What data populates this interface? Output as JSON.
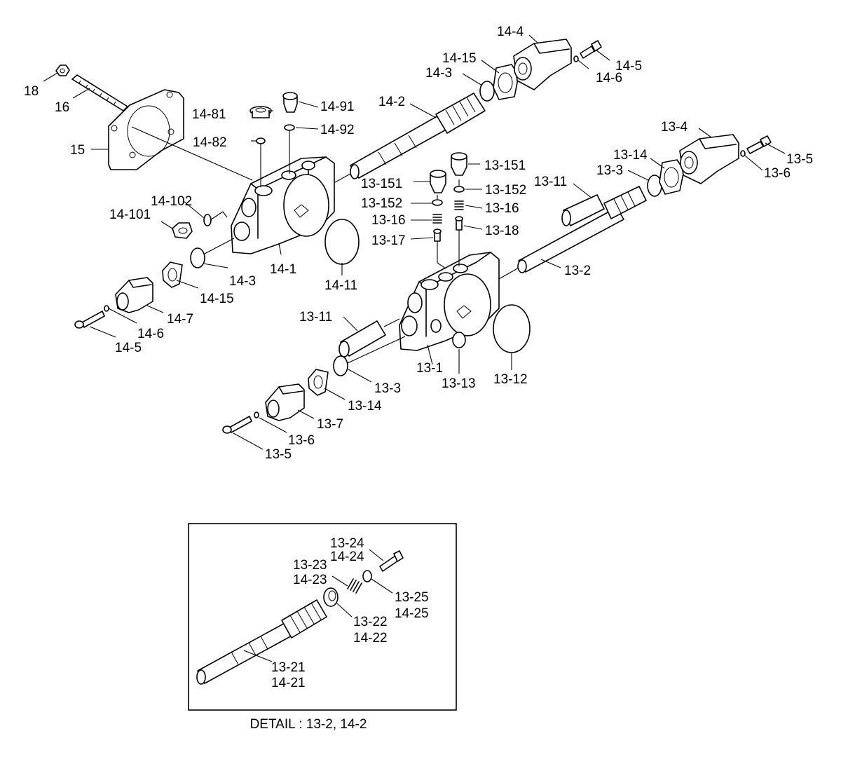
{
  "diagram": {
    "detail_caption": "DETAIL : 13-2, 14-2",
    "labels": [
      "14-4",
      "14-5",
      "14-15",
      "14-3",
      "14-6",
      "18",
      "16",
      "14-81",
      "14-91",
      "14-2",
      "14-92",
      "14-82",
      "15",
      "14-102",
      "14-101",
      "14-3",
      "14-1",
      "14-11",
      "14-15",
      "14-7",
      "14-6",
      "14-5",
      "13-4",
      "13-5",
      "13-14",
      "13-3",
      "13-6",
      "13-151",
      "13-11",
      "13-151",
      "13-152",
      "13-152",
      "13-16",
      "13-16",
      "13-18",
      "13-17",
      "13-2",
      "13-11",
      "13-1",
      "13-13",
      "13-12",
      "13-3",
      "13-14",
      "13-7",
      "13-6",
      "13-5",
      "13-24",
      "14-24",
      "13-23",
      "14-23",
      "13-25",
      "14-25",
      "13-22",
      "14-22",
      "13-21",
      "14-21"
    ]
  }
}
